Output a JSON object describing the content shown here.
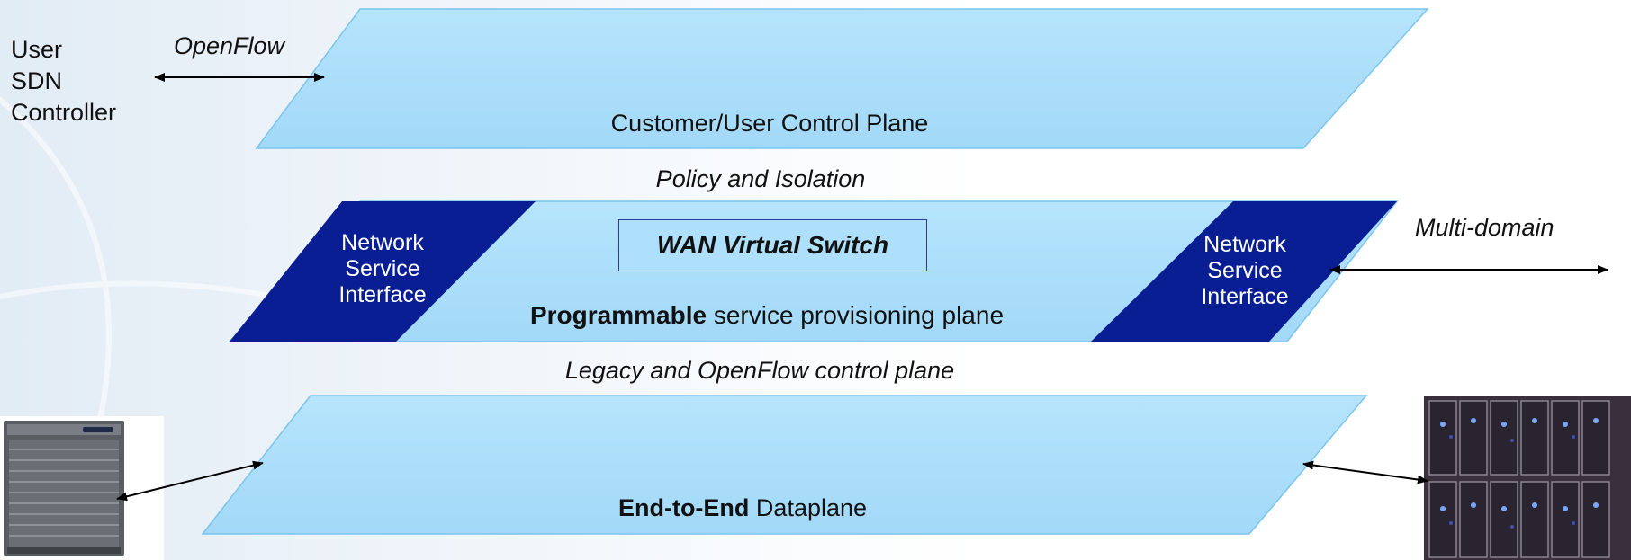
{
  "user_controller": {
    "line1": "User",
    "line2": "SDN",
    "line3": "Controller"
  },
  "openflow_label": "OpenFlow",
  "customer_plane": {
    "label": "Customer/User Control Plane"
  },
  "policy_label": "Policy and Isolation",
  "service_plane": {
    "wan_switch": "WAN Virtual Switch",
    "bold_text": "Programmable",
    "rest_text": " service provisioning plane"
  },
  "nsi_left": {
    "line1": "Network",
    "line2": "Service",
    "line3": "Interface"
  },
  "nsi_right": {
    "line1": "Network",
    "line2": "Service",
    "line3": "Interface"
  },
  "multidomain_label": "Multi-domain",
  "legacy_label": "Legacy and OpenFlow control plane",
  "dataplane": {
    "bold_text": "End-to-End",
    "rest_text": " Dataplane"
  },
  "colors": {
    "plane_fill": "#ace0fb",
    "plane_edge": "#7cc4ec",
    "nsi_fill": "#0a1e93",
    "wan_border": "#2a3a9e"
  }
}
